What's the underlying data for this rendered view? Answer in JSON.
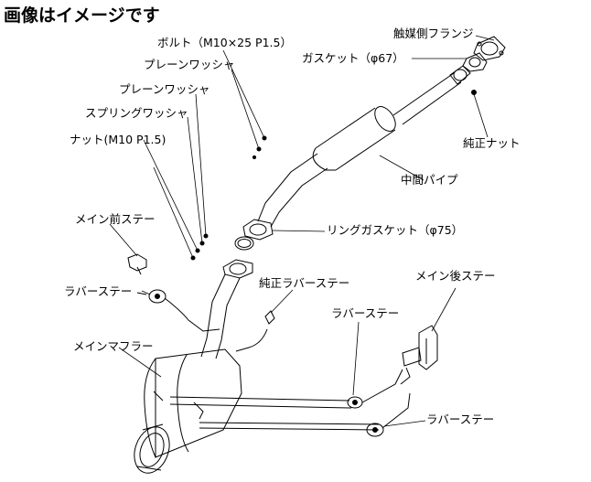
{
  "title": "画像はイメージです",
  "labels": {
    "bolt": "ボルト（M10×25 P1.5）",
    "plain_washer_1": "プレーンワッシャ",
    "plain_washer_2": "プレーンワッシャ",
    "spring_washer": "スプリングワッシャ",
    "nut": "ナット(M10 P1.5)",
    "catalyst_flange": "触媒側フランジ",
    "gasket": "ガスケット（φ67）",
    "genuine_nut": "純正ナット",
    "center_pipe": "中間パイプ",
    "ring_gasket": "リングガスケット（φ75）",
    "main_front_stay": "メイン前ステー",
    "rubber_stay_1": "ラバーステー",
    "genuine_rubber_stay": "純正ラバーステー",
    "main_rear_stay": "メイン後ステー",
    "rubber_stay_2": "ラバーステー",
    "main_muffler": "メインマフラー",
    "rubber_stay_3": "ラバーステー"
  }
}
